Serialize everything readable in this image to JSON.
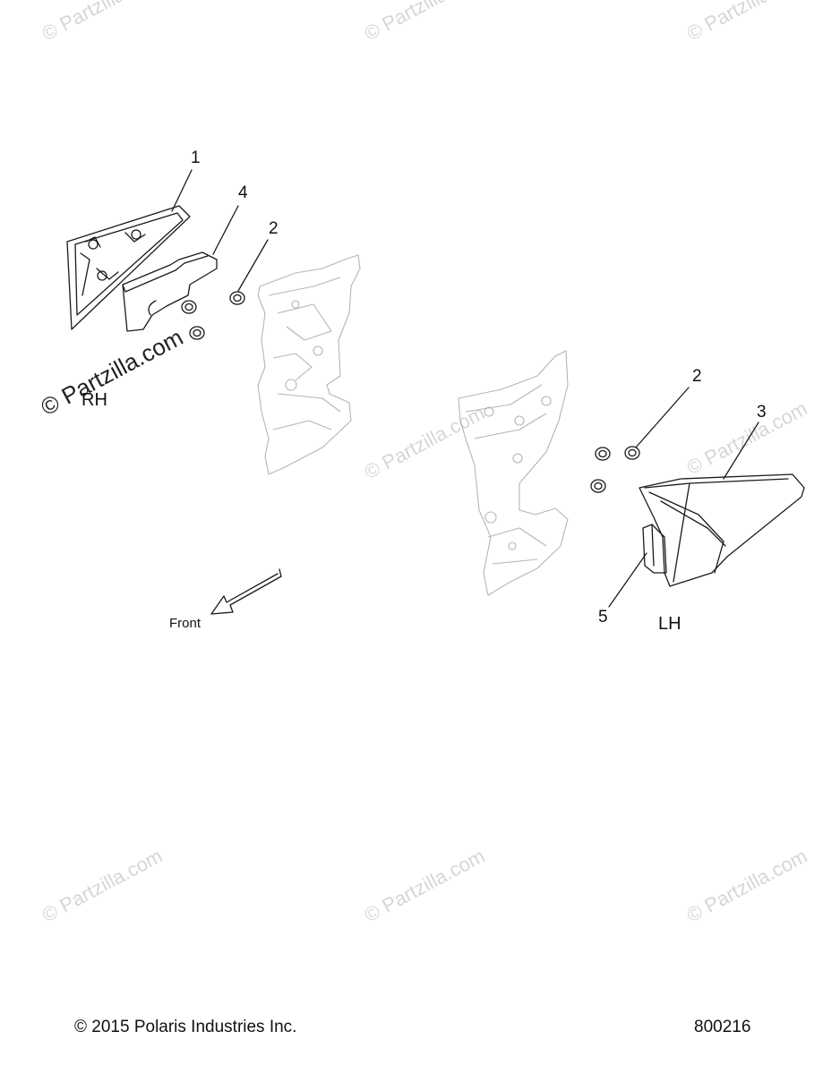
{
  "watermarks": {
    "small": "© Partzilla.com",
    "large": "© Partzilla.com"
  },
  "callouts": {
    "c1": "1",
    "c4": "4",
    "c2_rh": "2",
    "c2_lh": "2",
    "c3": "3",
    "c5": "5"
  },
  "labels": {
    "rh": "RH",
    "lh": "LH",
    "front": "Front"
  },
  "footer": {
    "copyright": "© 2015 Polaris Industries Inc.",
    "diagram_id": "800216"
  },
  "colors": {
    "line": "#1a1a1a",
    "faint_line": "#b5b5b5",
    "watermark": "#c9c9c9"
  }
}
